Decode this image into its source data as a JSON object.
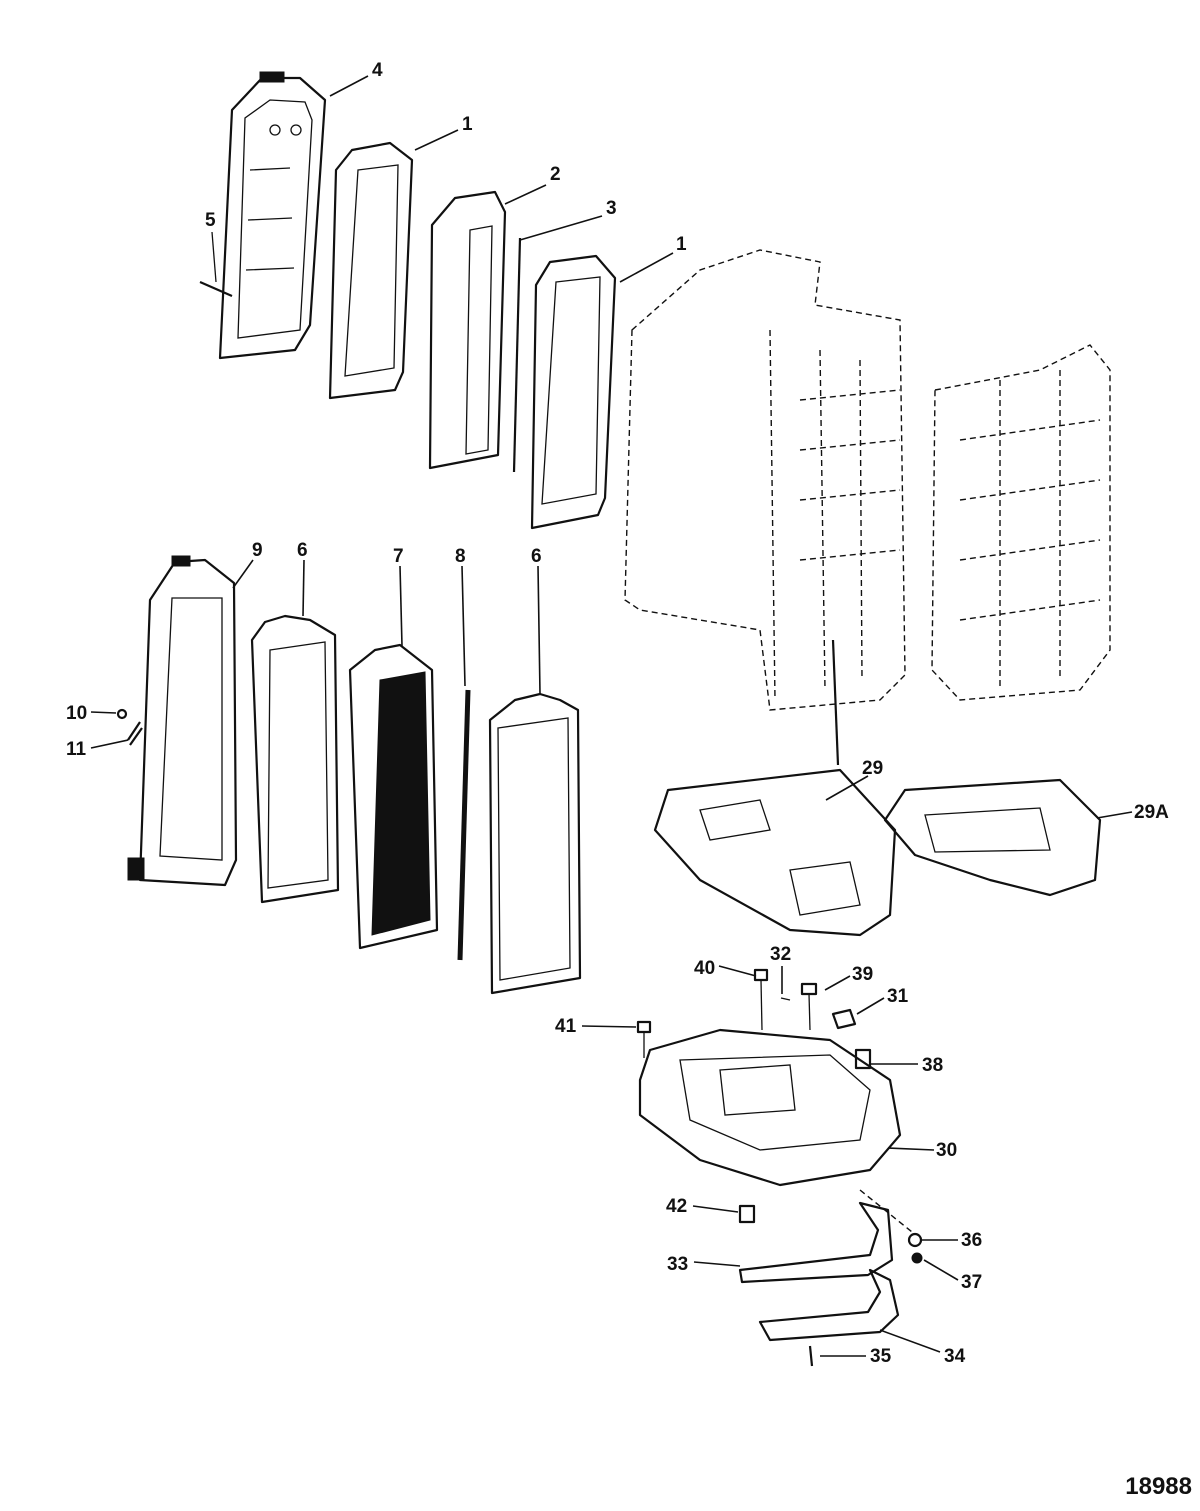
{
  "figure_number": "18988",
  "callouts": [
    {
      "id": "c4",
      "label": "4"
    },
    {
      "id": "c1a",
      "label": "1"
    },
    {
      "id": "c2",
      "label": "2"
    },
    {
      "id": "c3",
      "label": "3"
    },
    {
      "id": "c1b",
      "label": "1"
    },
    {
      "id": "c5",
      "label": "5"
    },
    {
      "id": "c9",
      "label": "9"
    },
    {
      "id": "c6a",
      "label": "6"
    },
    {
      "id": "c7",
      "label": "7"
    },
    {
      "id": "c8",
      "label": "8"
    },
    {
      "id": "c6b",
      "label": "6"
    },
    {
      "id": "c10",
      "label": "10"
    },
    {
      "id": "c11",
      "label": "11"
    },
    {
      "id": "c29",
      "label": "29"
    },
    {
      "id": "c29a",
      "label": "29A"
    },
    {
      "id": "c32",
      "label": "32"
    },
    {
      "id": "c40",
      "label": "40"
    },
    {
      "id": "c39",
      "label": "39"
    },
    {
      "id": "c31",
      "label": "31"
    },
    {
      "id": "c41",
      "label": "41"
    },
    {
      "id": "c38",
      "label": "38"
    },
    {
      "id": "c30",
      "label": "30"
    },
    {
      "id": "c42",
      "label": "42"
    },
    {
      "id": "c36",
      "label": "36"
    },
    {
      "id": "c33",
      "label": "33"
    },
    {
      "id": "c37",
      "label": "37"
    },
    {
      "id": "c34",
      "label": "34"
    },
    {
      "id": "c35",
      "label": "35"
    }
  ]
}
